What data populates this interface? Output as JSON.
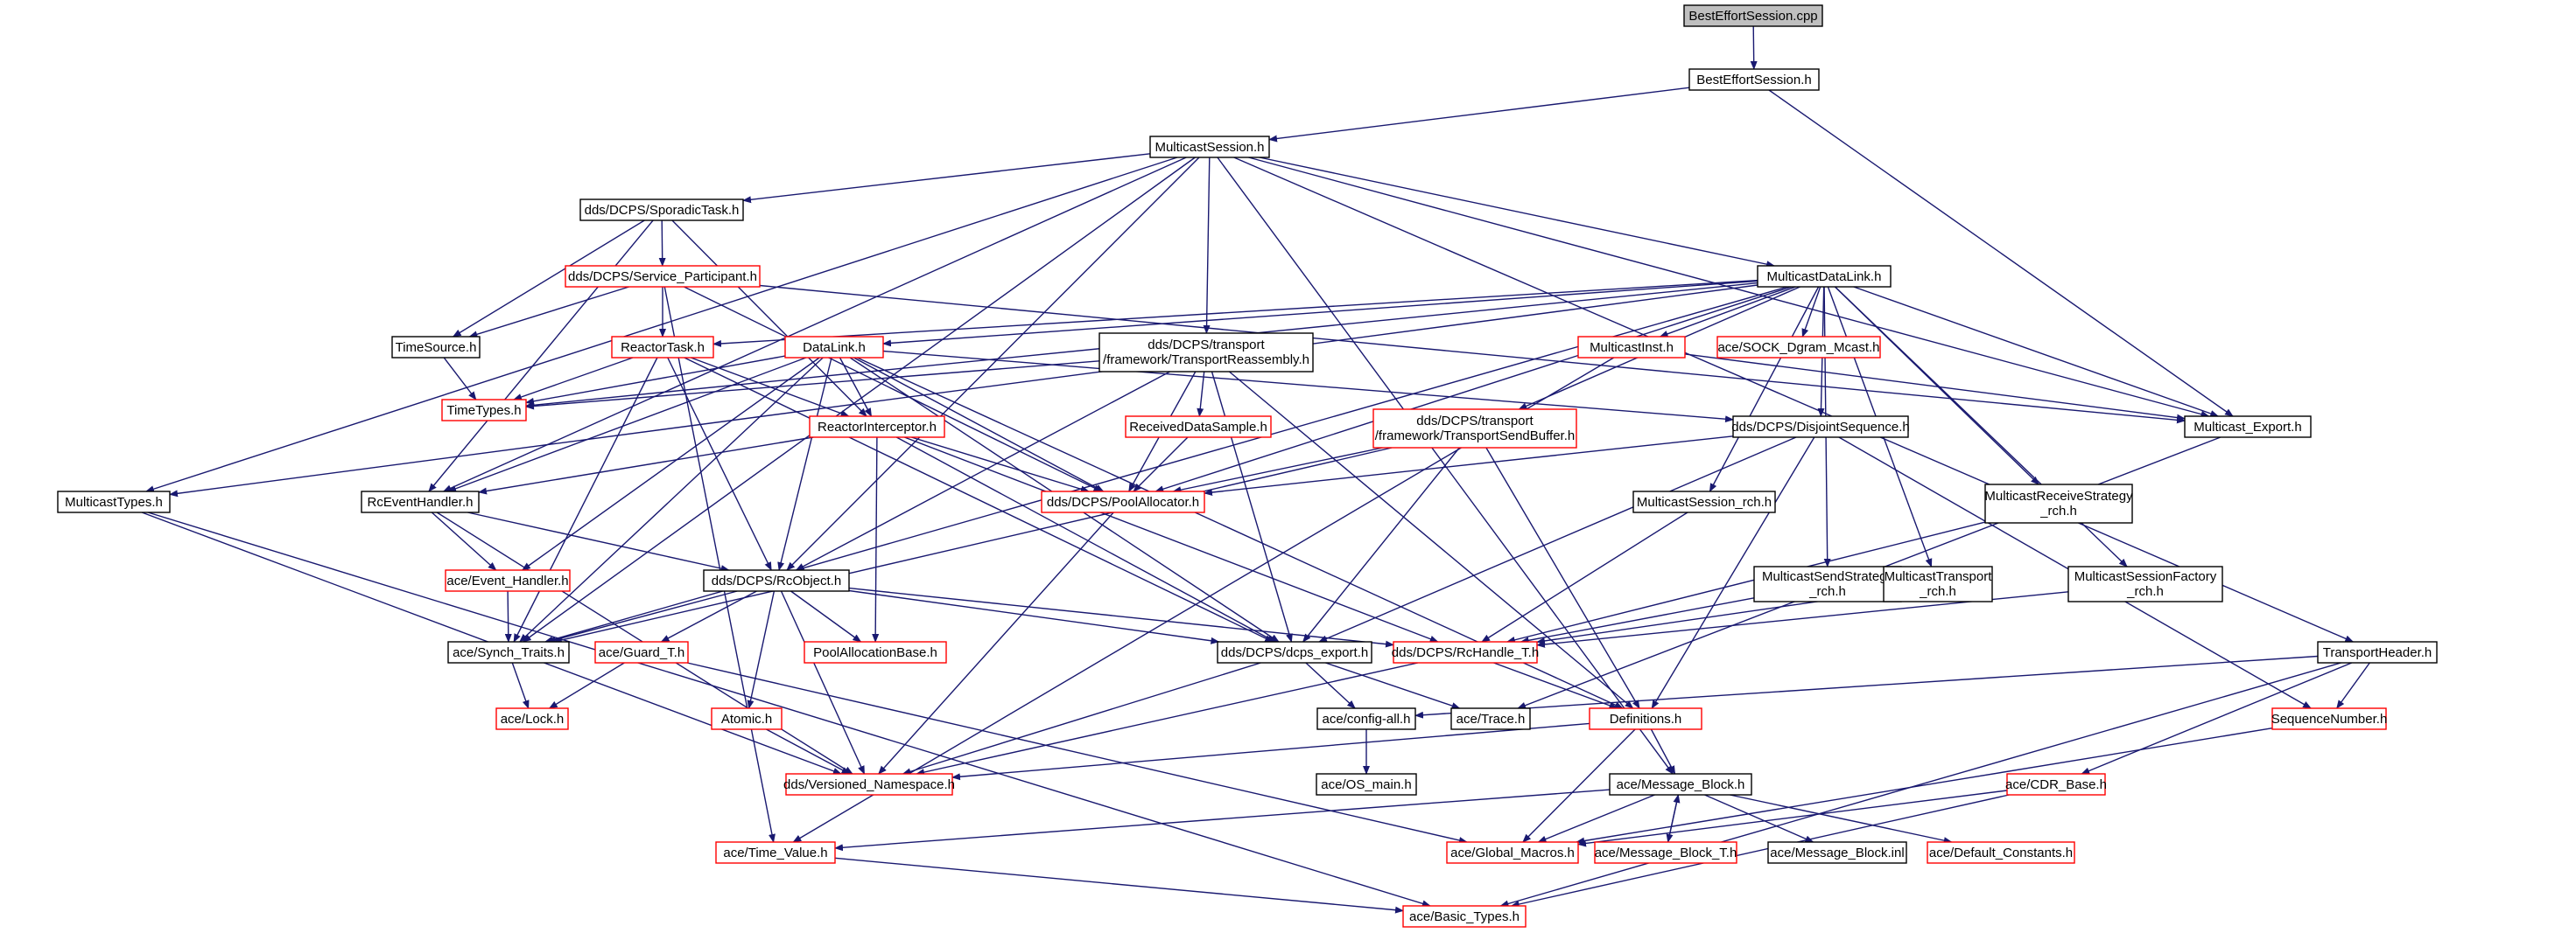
{
  "colors": {
    "edge": "#191970",
    "node_border_documented": "#000000",
    "node_border_undocumented": "#ff0000",
    "root_fill": "#bfbfbf",
    "node_fill": "#ffffff",
    "label_text": "#000000"
  },
  "nodes": [
    {
      "id": "n01",
      "label": "BestEffortSession.cpp",
      "kind": "root"
    },
    {
      "id": "n02",
      "label": "BestEffortSession.h",
      "kind": "documented"
    },
    {
      "id": "n03",
      "label": "MulticastSession.h",
      "kind": "documented"
    },
    {
      "id": "n04",
      "label": "dds/DCPS/SporadicTask.h",
      "kind": "documented"
    },
    {
      "id": "n05",
      "label": "dds/DCPS/Service_Participant.h",
      "kind": "undocumented"
    },
    {
      "id": "n06",
      "label": "MulticastDataLink.h",
      "kind": "documented"
    },
    {
      "id": "n07",
      "label": "TimeSource.h",
      "kind": "documented"
    },
    {
      "id": "n08",
      "label": "ReactorTask.h",
      "kind": "undocumented"
    },
    {
      "id": "n09",
      "label": "DataLink.h",
      "kind": "undocumented"
    },
    {
      "id": "n10",
      "label": "dds/DCPS/transport /framework/TransportReassembly.h",
      "kind": "documented"
    },
    {
      "id": "n11",
      "label": "MulticastInst.h",
      "kind": "undocumented"
    },
    {
      "id": "n12",
      "label": "ace/SOCK_Dgram_Mcast.h",
      "kind": "undocumented"
    },
    {
      "id": "n13",
      "label": "TimeTypes.h",
      "kind": "undocumented"
    },
    {
      "id": "n14",
      "label": "ReactorInterceptor.h",
      "kind": "undocumented"
    },
    {
      "id": "n15",
      "label": "ReceivedDataSample.h",
      "kind": "undocumented"
    },
    {
      "id": "n16",
      "label": "dds/DCPS/transport /framework/TransportSendBuffer.h",
      "kind": "undocumented"
    },
    {
      "id": "n17",
      "label": "dds/DCPS/DisjointSequence.h",
      "kind": "documented"
    },
    {
      "id": "n18",
      "label": "Multicast_Export.h",
      "kind": "documented"
    },
    {
      "id": "n19",
      "label": "MulticastTypes.h",
      "kind": "documented"
    },
    {
      "id": "n20",
      "label": "RcEventHandler.h",
      "kind": "documented"
    },
    {
      "id": "n21",
      "label": "dds/DCPS/PoolAllocator.h",
      "kind": "undocumented"
    },
    {
      "id": "n22",
      "label": "MulticastSession_rch.h",
      "kind": "documented"
    },
    {
      "id": "n23",
      "label": "MulticastReceiveStrategy _rch.h",
      "kind": "documented"
    },
    {
      "id": "n24",
      "label": "ace/Event_Handler.h",
      "kind": "undocumented"
    },
    {
      "id": "n25",
      "label": "dds/DCPS/RcObject.h",
      "kind": "documented"
    },
    {
      "id": "n26",
      "label": "MulticastSendStrategy _rch.h",
      "kind": "documented"
    },
    {
      "id": "n27",
      "label": "MulticastTransport _rch.h",
      "kind": "documented"
    },
    {
      "id": "n28",
      "label": "MulticastSessionFactory _rch.h",
      "kind": "documented"
    },
    {
      "id": "n29",
      "label": "ace/Synch_Traits.h",
      "kind": "documented"
    },
    {
      "id": "n30",
      "label": "ace/Guard_T.h",
      "kind": "undocumented"
    },
    {
      "id": "n31",
      "label": "PoolAllocationBase.h",
      "kind": "undocumented"
    },
    {
      "id": "n32",
      "label": "dds/DCPS/dcps_export.h",
      "kind": "documented"
    },
    {
      "id": "n33",
      "label": "dds/DCPS/RcHandle_T.h",
      "kind": "undocumented"
    },
    {
      "id": "n34",
      "label": "TransportHeader.h",
      "kind": "documented"
    },
    {
      "id": "n35",
      "label": "ace/Lock.h",
      "kind": "undocumented"
    },
    {
      "id": "n36",
      "label": "Atomic.h",
      "kind": "undocumented"
    },
    {
      "id": "n37",
      "label": "ace/config-all.h",
      "kind": "documented"
    },
    {
      "id": "n38",
      "label": "ace/Trace.h",
      "kind": "documented"
    },
    {
      "id": "n39",
      "label": "Definitions.h",
      "kind": "undocumented"
    },
    {
      "id": "n40",
      "label": "SequenceNumber.h",
      "kind": "undocumented"
    },
    {
      "id": "n41",
      "label": "ace/OS_main.h",
      "kind": "documented"
    },
    {
      "id": "n42",
      "label": "dds/Versioned_Namespace.h",
      "kind": "undocumented"
    },
    {
      "id": "n43",
      "label": "ace/Message_Block.h",
      "kind": "documented"
    },
    {
      "id": "n44",
      "label": "ace/CDR_Base.h",
      "kind": "undocumented"
    },
    {
      "id": "n45",
      "label": "ace/Time_Value.h",
      "kind": "undocumented"
    },
    {
      "id": "n46",
      "label": "ace/Global_Macros.h",
      "kind": "undocumented"
    },
    {
      "id": "n47",
      "label": "ace/Message_Block_T.h",
      "kind": "undocumented"
    },
    {
      "id": "n48",
      "label": "ace/Message_Block.inl",
      "kind": "documented"
    },
    {
      "id": "n49",
      "label": "ace/Default_Constants.h",
      "kind": "undocumented"
    },
    {
      "id": "n50",
      "label": "ace/Basic_Types.h",
      "kind": "undocumented"
    }
  ],
  "edges": [
    [
      "n01",
      "n02"
    ],
    [
      "n02",
      "n03"
    ],
    [
      "n02",
      "n18"
    ],
    [
      "n03",
      "n04"
    ],
    [
      "n03",
      "n06"
    ],
    [
      "n03",
      "n10"
    ],
    [
      "n03",
      "n18"
    ],
    [
      "n03",
      "n19"
    ],
    [
      "n03",
      "n20"
    ],
    [
      "n03",
      "n25"
    ],
    [
      "n03",
      "n29"
    ],
    [
      "n03",
      "n34"
    ],
    [
      "n03",
      "n43"
    ],
    [
      "n04",
      "n05"
    ],
    [
      "n04",
      "n07"
    ],
    [
      "n04",
      "n14"
    ],
    [
      "n04",
      "n20"
    ],
    [
      "n05",
      "n07"
    ],
    [
      "n05",
      "n08"
    ],
    [
      "n05",
      "n21"
    ],
    [
      "n05",
      "n45"
    ],
    [
      "n05",
      "n18"
    ],
    [
      "n06",
      "n08"
    ],
    [
      "n06",
      "n09"
    ],
    [
      "n06",
      "n11"
    ],
    [
      "n06",
      "n12"
    ],
    [
      "n06",
      "n13"
    ],
    [
      "n06",
      "n16"
    ],
    [
      "n06",
      "n17"
    ],
    [
      "n06",
      "n18"
    ],
    [
      "n06",
      "n19"
    ],
    [
      "n06",
      "n21"
    ],
    [
      "n06",
      "n22"
    ],
    [
      "n06",
      "n23"
    ],
    [
      "n06",
      "n26"
    ],
    [
      "n06",
      "n27"
    ],
    [
      "n06",
      "n28"
    ],
    [
      "n06",
      "n29"
    ],
    [
      "n07",
      "n13"
    ],
    [
      "n08",
      "n13"
    ],
    [
      "n08",
      "n14"
    ],
    [
      "n08",
      "n25"
    ],
    [
      "n08",
      "n29"
    ],
    [
      "n08",
      "n32"
    ],
    [
      "n09",
      "n13"
    ],
    [
      "n09",
      "n14"
    ],
    [
      "n09",
      "n17"
    ],
    [
      "n09",
      "n20"
    ],
    [
      "n09",
      "n21"
    ],
    [
      "n09",
      "n24"
    ],
    [
      "n09",
      "n25"
    ],
    [
      "n09",
      "n29"
    ],
    [
      "n09",
      "n32"
    ],
    [
      "n09",
      "n39"
    ],
    [
      "n10",
      "n15"
    ],
    [
      "n10",
      "n21"
    ],
    [
      "n10",
      "n25"
    ],
    [
      "n10",
      "n32"
    ],
    [
      "n10",
      "n39"
    ],
    [
      "n10",
      "n13"
    ],
    [
      "n11",
      "n18"
    ],
    [
      "n11",
      "n45"
    ],
    [
      "n14",
      "n20"
    ],
    [
      "n14",
      "n21"
    ],
    [
      "n14",
      "n31"
    ],
    [
      "n14",
      "n32"
    ],
    [
      "n14",
      "n33"
    ],
    [
      "n15",
      "n21"
    ],
    [
      "n16",
      "n21"
    ],
    [
      "n16",
      "n29"
    ],
    [
      "n16",
      "n32"
    ],
    [
      "n16",
      "n39"
    ],
    [
      "n17",
      "n21"
    ],
    [
      "n17",
      "n32"
    ],
    [
      "n17",
      "n39"
    ],
    [
      "n17",
      "n40"
    ],
    [
      "n18",
      "n38"
    ],
    [
      "n19",
      "n42"
    ],
    [
      "n19",
      "n50"
    ],
    [
      "n20",
      "n24"
    ],
    [
      "n20",
      "n25"
    ],
    [
      "n20",
      "n42"
    ],
    [
      "n21",
      "n42"
    ],
    [
      "n22",
      "n33"
    ],
    [
      "n23",
      "n33"
    ],
    [
      "n26",
      "n33"
    ],
    [
      "n27",
      "n33"
    ],
    [
      "n28",
      "n33"
    ],
    [
      "n24",
      "n29"
    ],
    [
      "n25",
      "n29"
    ],
    [
      "n25",
      "n30"
    ],
    [
      "n25",
      "n31"
    ],
    [
      "n25",
      "n32"
    ],
    [
      "n25",
      "n33"
    ],
    [
      "n25",
      "n36"
    ],
    [
      "n25",
      "n42"
    ],
    [
      "n29",
      "n35"
    ],
    [
      "n30",
      "n35"
    ],
    [
      "n30",
      "n46"
    ],
    [
      "n32",
      "n37"
    ],
    [
      "n32",
      "n38"
    ],
    [
      "n32",
      "n42"
    ],
    [
      "n33",
      "n39"
    ],
    [
      "n33",
      "n42"
    ],
    [
      "n34",
      "n37"
    ],
    [
      "n34",
      "n40"
    ],
    [
      "n34",
      "n44"
    ],
    [
      "n34",
      "n50"
    ],
    [
      "n36",
      "n42"
    ],
    [
      "n37",
      "n41"
    ],
    [
      "n39",
      "n42"
    ],
    [
      "n39",
      "n43"
    ],
    [
      "n39",
      "n46"
    ],
    [
      "n40",
      "n46"
    ],
    [
      "n43",
      "n45"
    ],
    [
      "n43",
      "n46"
    ],
    [
      "n43",
      "n47"
    ],
    [
      "n43",
      "n48"
    ],
    [
      "n43",
      "n49"
    ],
    [
      "n44",
      "n46"
    ],
    [
      "n44",
      "n50"
    ],
    [
      "n45",
      "n50"
    ],
    [
      "n47",
      "n43"
    ]
  ]
}
